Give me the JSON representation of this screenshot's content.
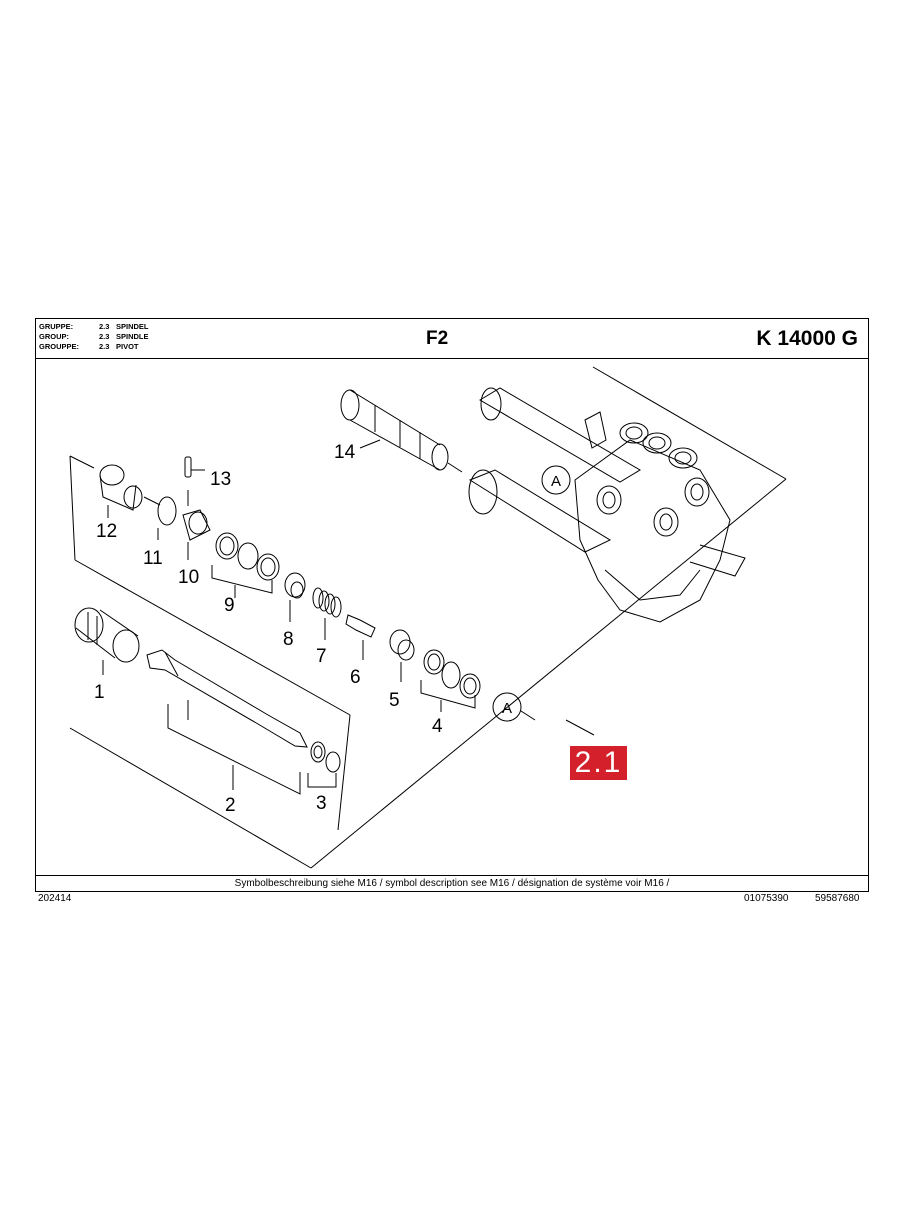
{
  "header": {
    "groups": [
      {
        "key": "GRUPPE:",
        "num": "2.3",
        "name": "SPINDEL"
      },
      {
        "key": "GROUP:",
        "num": "2.3",
        "name": "SPINDLE"
      },
      {
        "key": "GROUPPE:",
        "num": "2.3",
        "name": "PIVOT"
      }
    ],
    "code": "F2",
    "model": "K 14000 G"
  },
  "parts": {
    "p1": "1",
    "p2": "2",
    "p3": "3",
    "p4": "4",
    "p5": "5",
    "p6": "6",
    "p7": "7",
    "p8": "8",
    "p9": "9",
    "p10": "10",
    "p11": "11",
    "p12": "12",
    "p13": "13",
    "p14": "14",
    "ref_a": "A"
  },
  "badge": "2.1",
  "footer": {
    "note": "Symbolbeschreibung siehe M16 / symbol description see M16 / désignation de système voir M16 /",
    "left_code": "202414",
    "mid_code": "01075390",
    "right_code": "59587680"
  }
}
